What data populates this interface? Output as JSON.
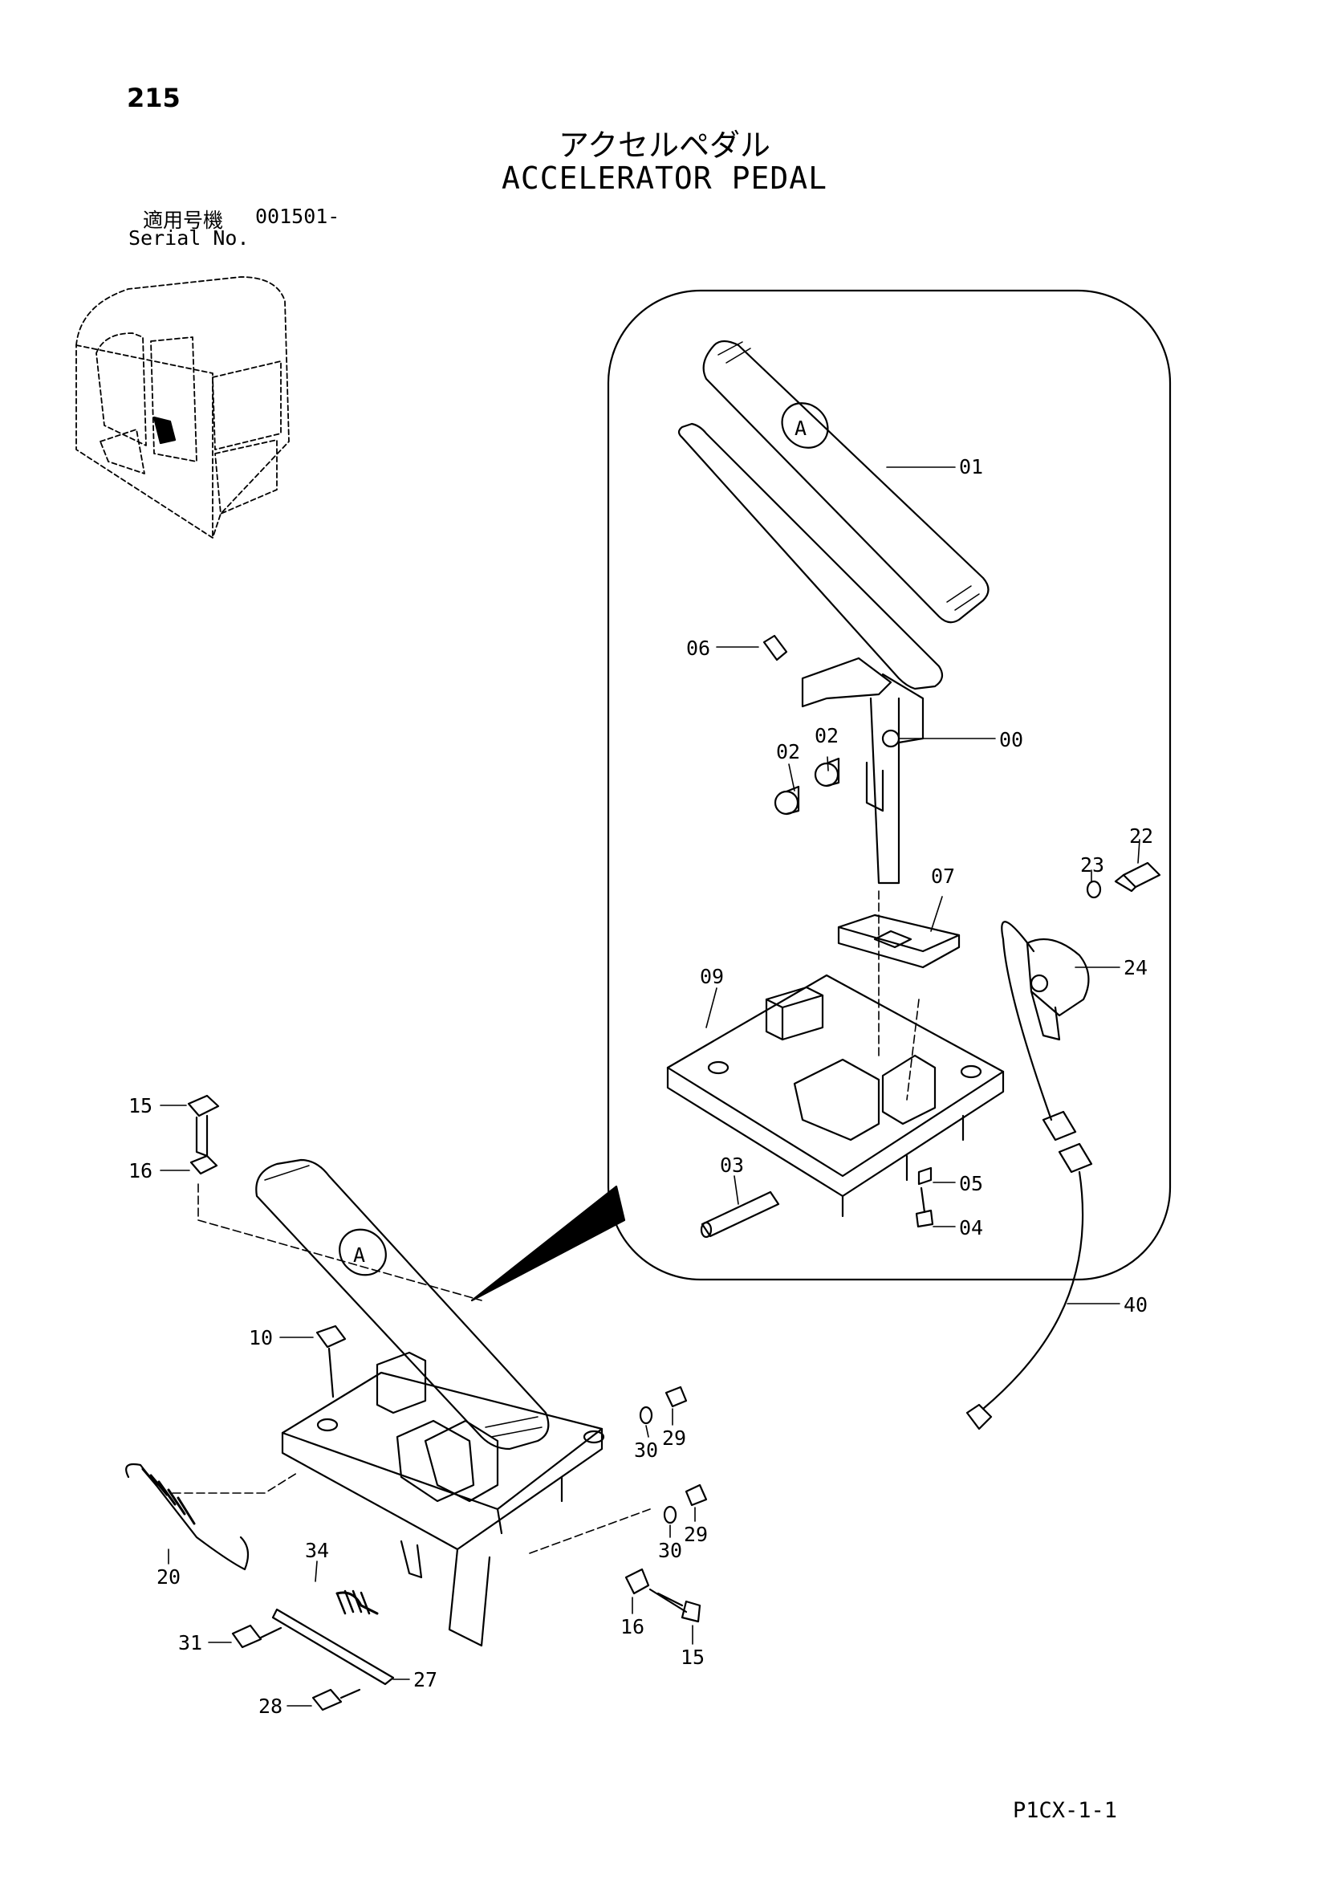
{
  "page": {
    "number": "215",
    "title_jp": "アクセルペダル",
    "title_en": "ACCELERATOR PEDAL",
    "serial_label_jp": "適用号機",
    "serial_number": "001501-",
    "serial_label_en": "Serial No.",
    "doc_code": "P1CX-1-1"
  },
  "callouts": {
    "c01": "01",
    "c06": "06",
    "c02a": "02",
    "c02b": "02",
    "c00": "00",
    "c07": "07",
    "c22": "22",
    "c23": "23",
    "c24": "24",
    "c09": "09",
    "c03": "03",
    "c05": "05",
    "c04": "04",
    "c40": "40",
    "c15a": "15",
    "c16a": "16",
    "c10": "10",
    "c30a": "30",
    "c29a": "29",
    "c30b": "30",
    "c29b": "29",
    "c20": "20",
    "c34": "34",
    "c16b": "16",
    "c15b": "15",
    "c31": "31",
    "c27": "27",
    "c28": "28"
  },
  "pedal_letter": "A"
}
